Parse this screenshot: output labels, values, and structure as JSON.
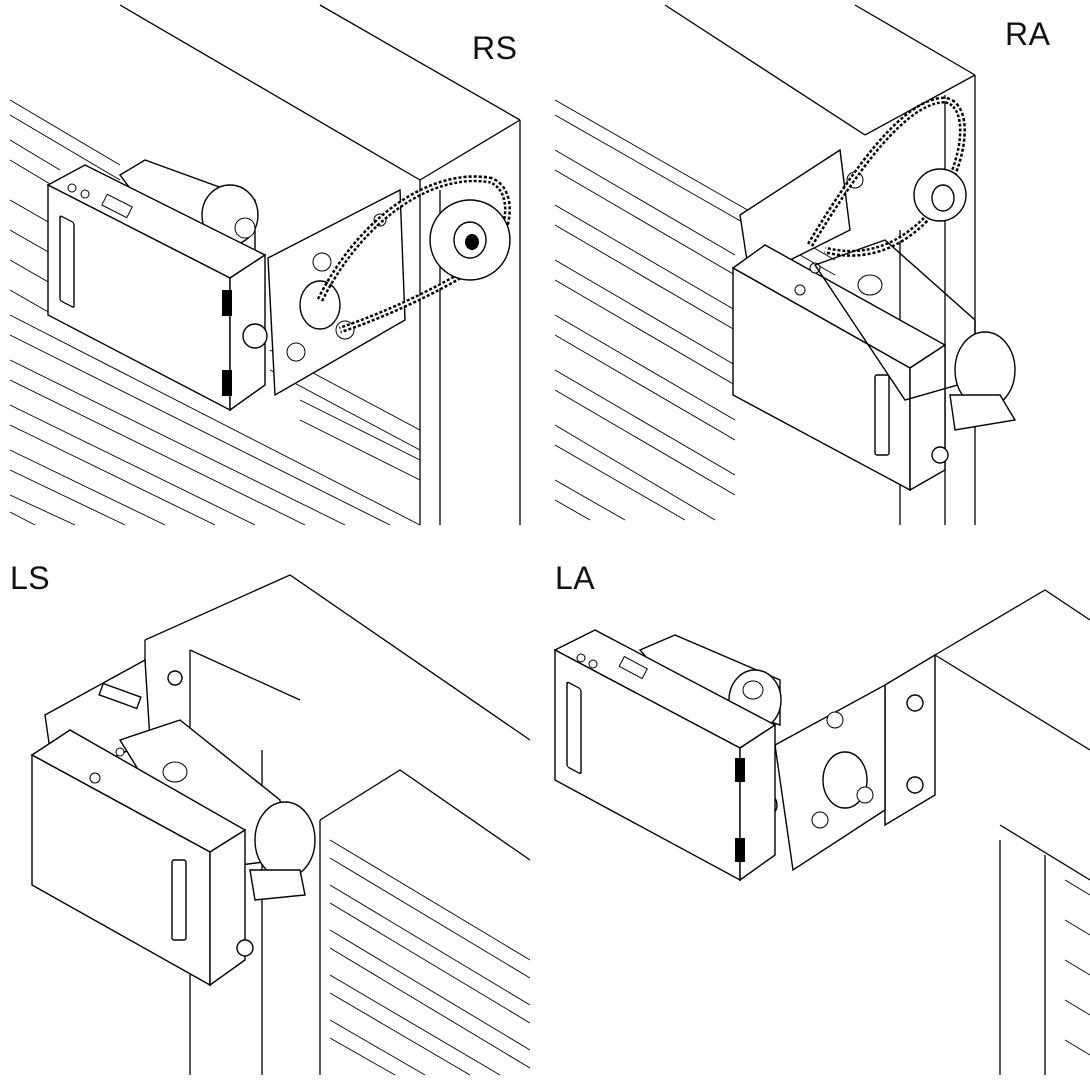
{
  "panels": {
    "rs": {
      "label": "RS"
    },
    "ra": {
      "label": "RA"
    },
    "ls": {
      "label": "LS"
    },
    "la": {
      "label": "LA"
    }
  }
}
